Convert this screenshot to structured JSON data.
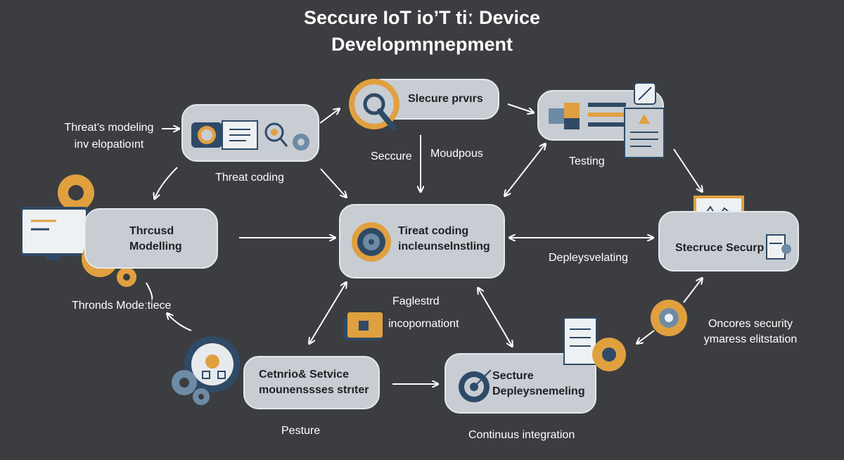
{
  "title": [
    "Seccure IoT io’T tiː Device",
    "Developmηnepment"
  ],
  "nodes": {
    "threat_modelling": [
      "Thrcusd",
      "Modelling"
    ],
    "threat_coding_top": "",
    "secure_proris": "Slecure prvırs",
    "testing_box": "",
    "center": [
      "Tireat coding",
      "incleunselnstling"
    ],
    "secure_securp": "Stecruce Securp",
    "central_service": [
      "Cetnrio& Setvice",
      "mounenssses strıter"
    ],
    "secure_deploy": [
      "Secture",
      "Depleysnemeling"
    ]
  },
  "captions": {
    "threat_modeling_dev": [
      "Threat’s modeling",
      "inv elopatioınt"
    ],
    "threat_coding": "Threat coding",
    "seccure": "Seccure",
    "moudpous": "Moudpous",
    "testing": "Testing",
    "thronds": "Thronds Modeːtiece",
    "deployment": "Deplеysvelating",
    "faglestrd": "Faglestrd",
    "incopornation": "incopornationt",
    "oncores": [
      "Oncores security",
      "ymaress elitstation"
    ],
    "pesture": "Pesture",
    "continuous": "Continuus integration"
  },
  "colors": {
    "background": "#3b3d40",
    "node_fill": "#c7cdd2",
    "accent_orange": "#e0a040",
    "accent_navy": "#2f4a66",
    "accent_steel": "#6e8ba6"
  },
  "icons": [
    "target-icon",
    "magnifier-icon",
    "gear-icon",
    "monitor-icon",
    "document-icon",
    "lock-icon",
    "puzzle-icon",
    "warning-icon"
  ]
}
